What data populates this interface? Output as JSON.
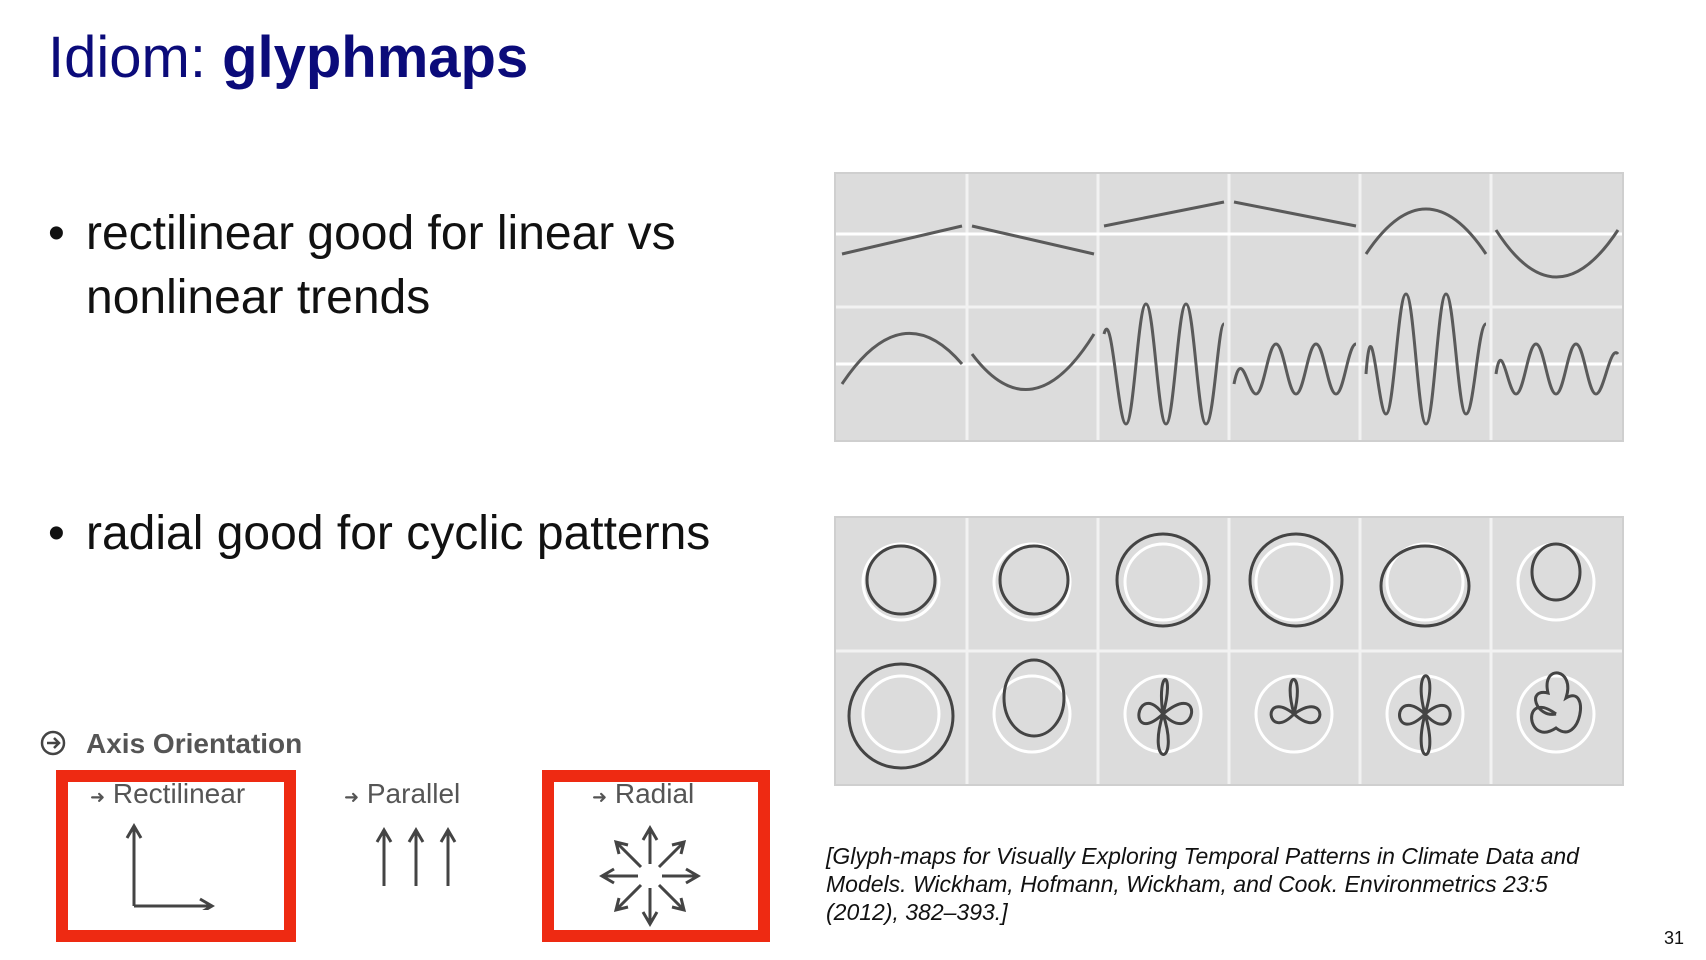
{
  "title": {
    "prefix": "Idiom: ",
    "keyword": "glyphmaps"
  },
  "bullets": [
    {
      "line1": "rectilinear good for linear vs",
      "line2": "nonlinear trends"
    },
    {
      "line1": "radial good for cyclic patterns"
    }
  ],
  "axis_figure": {
    "heading": "Axis Orientation",
    "options": [
      "Rectilinear",
      "Parallel",
      "Radial"
    ],
    "highlight_color": "#ee2a12"
  },
  "citation": {
    "line1": "[Glyph-maps for Visually Exploring Temporal Patterns in Climate Data and",
    "line2": "Models. Wickham, Hofmann, Wickham, and Cook. Environmetrics 23:5",
    "line3": "(2012), 382–393.]"
  },
  "page_number": "31",
  "colors": {
    "title": "#0b0b7a",
    "panel_bg": "#dcdcdc",
    "glyph": "#555555"
  }
}
